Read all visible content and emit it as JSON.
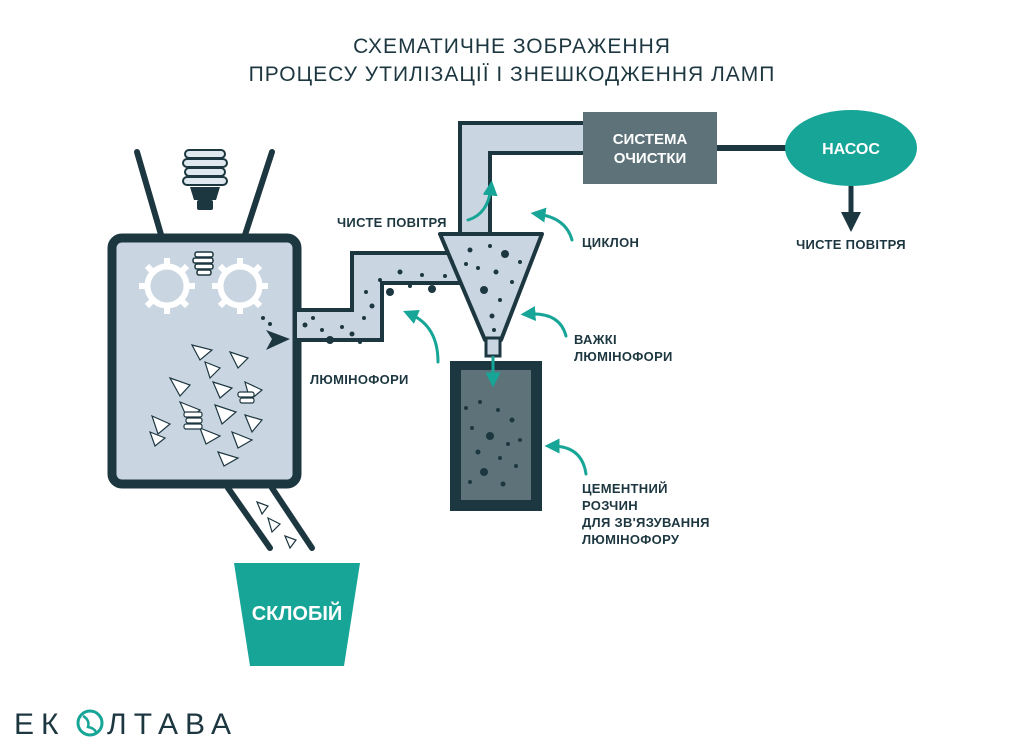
{
  "title": {
    "line1": "СХЕМАТИЧНЕ ЗОБРАЖЕННЯ",
    "line2": "ПРОЦЕСУ УТИЛІЗАЦІЇ І ЗНЕШКОДЖЕННЯ ЛАМП"
  },
  "nodes": {
    "purification": {
      "line1": "СИСТЕМА",
      "line2": "ОЧИСТКИ"
    },
    "pump": "НАСОС",
    "glass_crusher": "СКЛОБІЙ"
  },
  "labels": {
    "clean_air_left": "ЧИСТЕ ПОВІТРЯ",
    "clean_air_right": "ЧИСТЕ ПОВІТРЯ",
    "cyclone": "ЦИКЛОН",
    "heavy_phosphors": {
      "line1": "ВАЖКІ",
      "line2": "ЛЮМІНОФОРИ"
    },
    "phosphors": "ЛЮМІНОФОРИ",
    "cement": {
      "line1": "ЦЕМЕНТНИЙ",
      "line2": "РОЗЧИН",
      "line3": "ДЛЯ ЗВ'ЯЗУВАННЯ",
      "line4": "ЛЮМІНОФОРУ"
    }
  },
  "logo": {
    "left": "ЕК",
    "right": "ЛТАВА"
  },
  "colors": {
    "dark": "#1d3740",
    "teal": "#16a596",
    "pipe_fill": "#c9d6e2",
    "slate": "#5d7279"
  }
}
